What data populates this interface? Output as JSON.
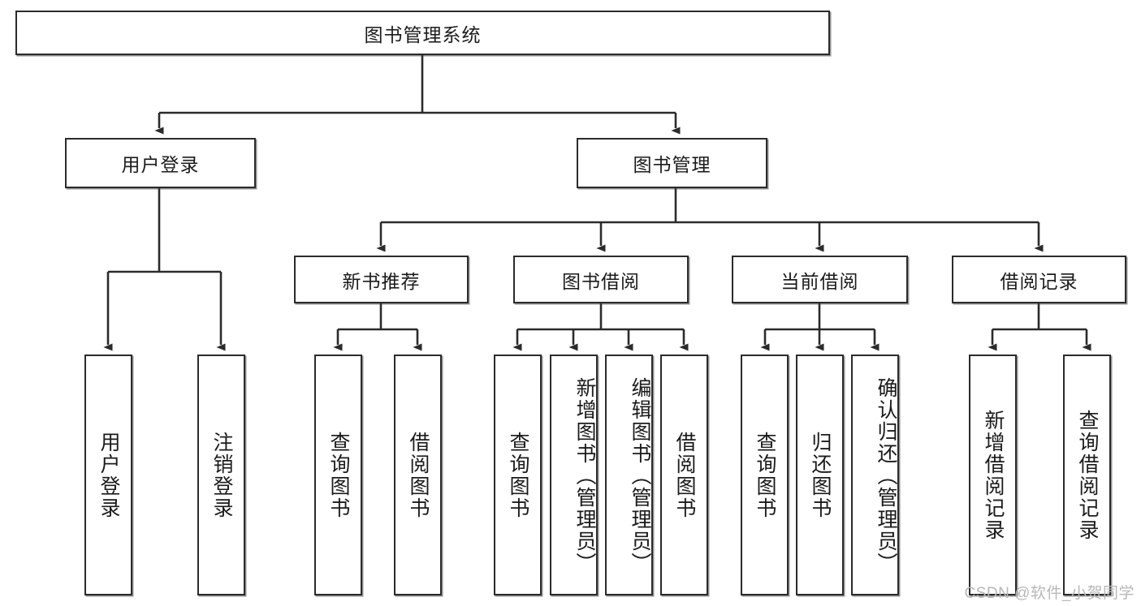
{
  "diagram": {
    "type": "hierarchy-tree",
    "title": "图书管理系统",
    "watermark": "CSDN @软件_小贺同学",
    "colors": {
      "stroke": "#2b2b2b",
      "fill": "#ffffff",
      "text": "#1b1b1b",
      "watermark": "#b8b8b8"
    },
    "nodes": {
      "root": "图书管理系统",
      "level2": {
        "user_login": "用户登录",
        "book_manage": "图书管理"
      },
      "level3": {
        "new_book_rec": "新书推荐",
        "book_borrow": "图书借阅",
        "current_borrow": "当前借阅",
        "borrow_record": "借阅记录"
      },
      "leaves": {
        "user_login_1": "用户登录",
        "user_login_2": "注销登录",
        "new_book_rec_1": "查询图书",
        "new_book_rec_2": "借阅图书",
        "book_borrow_1": "查询图书",
        "book_borrow_2": "新增图书（管理员）",
        "book_borrow_3": "编辑图书（管理员）",
        "book_borrow_4": "借阅图书",
        "current_borrow_1": "查询图书",
        "current_borrow_2": "归还图书",
        "current_borrow_3": "确认归还（管理员）",
        "borrow_record_1": "新增借阅记录",
        "borrow_record_2": "查询借阅记录"
      }
    }
  }
}
